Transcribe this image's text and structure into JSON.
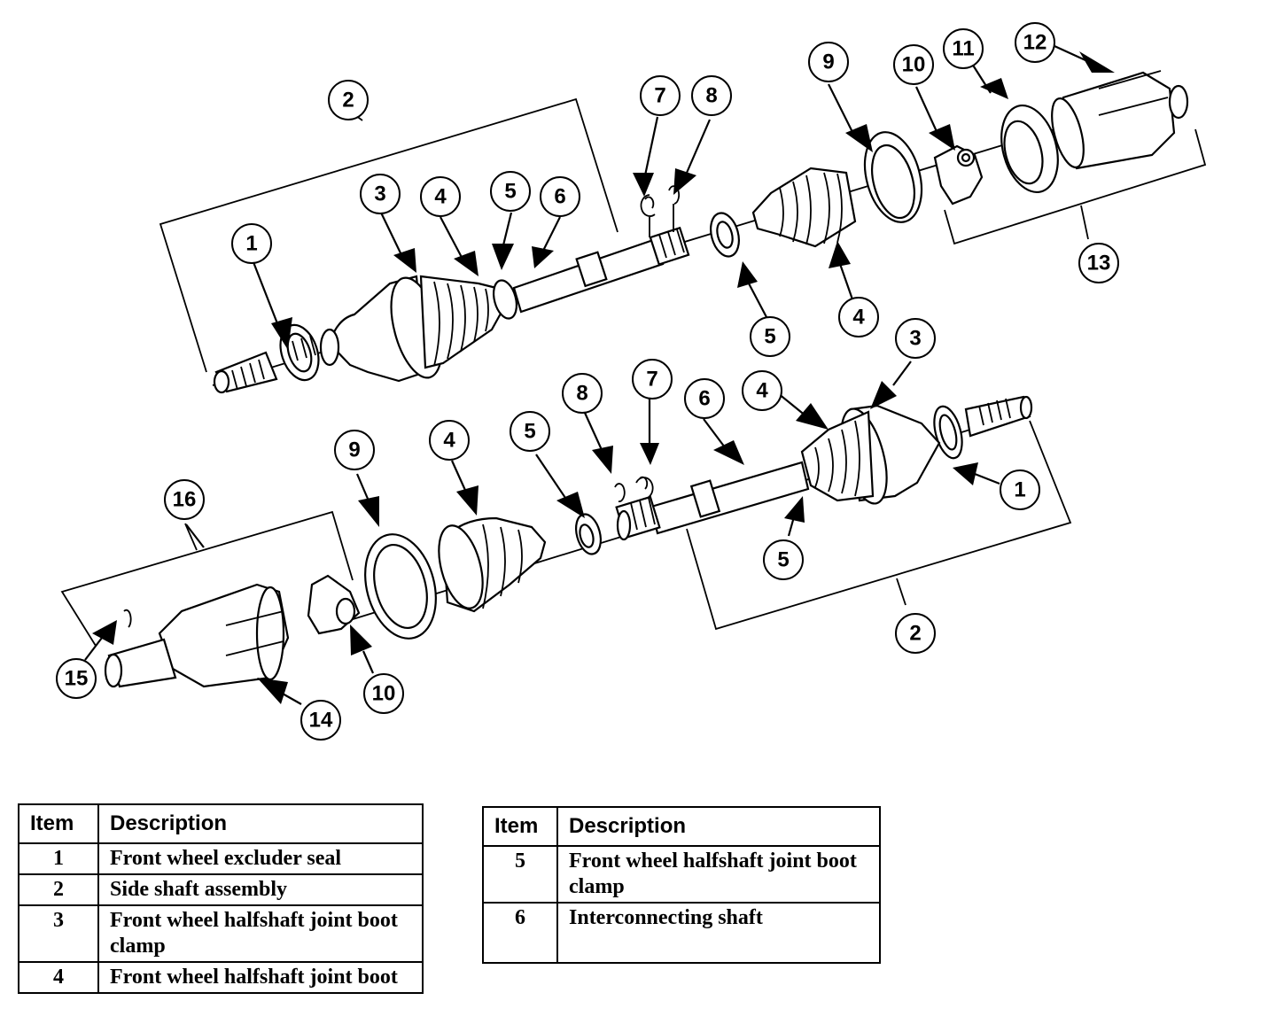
{
  "diagram": {
    "title_hidden": "Front wheel halfshaft exploded view",
    "callouts": {
      "upper": [
        "1",
        "2",
        "3",
        "4",
        "5",
        "6",
        "7",
        "8",
        "9",
        "10",
        "11",
        "12",
        "13",
        "5",
        "4"
      ],
      "lower": [
        "1",
        "2",
        "3",
        "4",
        "5",
        "5",
        "6",
        "7",
        "8",
        "5",
        "4",
        "9",
        "10",
        "14",
        "15",
        "16"
      ]
    }
  },
  "tables": {
    "left": {
      "headers": {
        "item": "Item",
        "description": "Description"
      },
      "rows": [
        {
          "item": "1",
          "description": "Front wheel excluder seal"
        },
        {
          "item": "2",
          "description": "Side shaft assembly"
        },
        {
          "item": "3",
          "description": "Front wheel halfshaft joint boot clamp"
        },
        {
          "item": "4",
          "description": "Front wheel halfshaft joint boot"
        }
      ]
    },
    "right": {
      "headers": {
        "item": "Item",
        "description": "Description"
      },
      "rows": [
        {
          "item": "5",
          "description": "Front wheel halfshaft joint boot clamp"
        },
        {
          "item": "6",
          "description": "Interconnecting shaft"
        }
      ]
    }
  }
}
